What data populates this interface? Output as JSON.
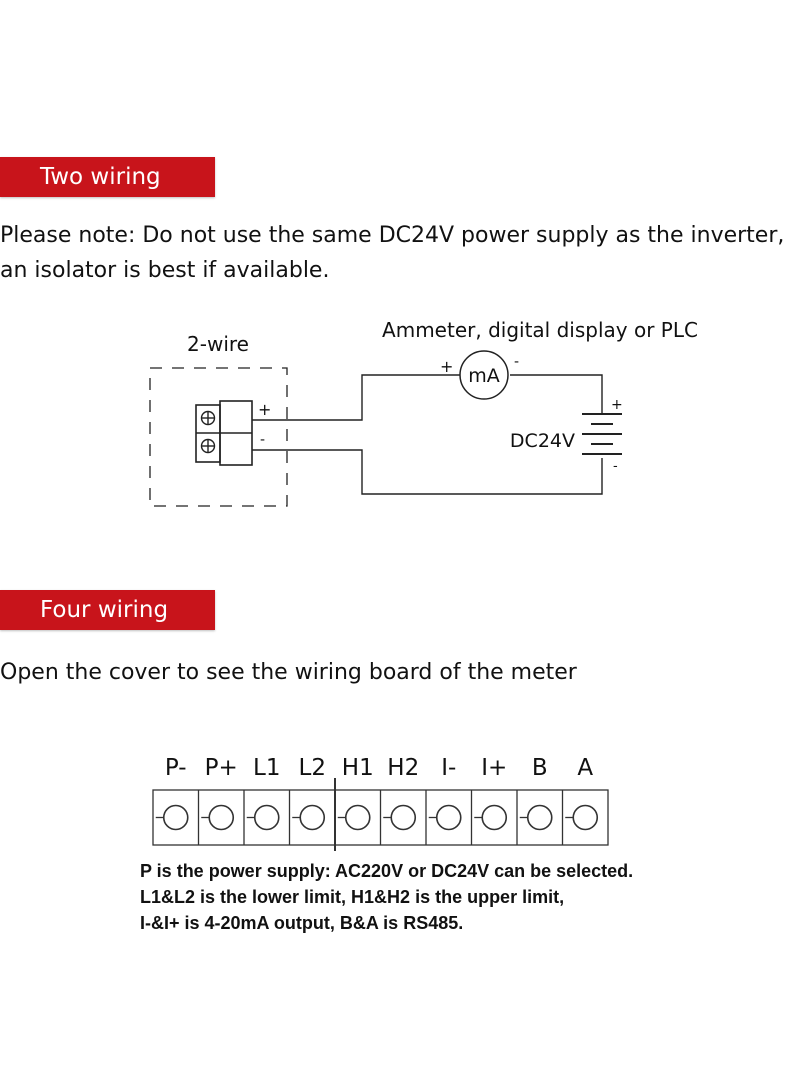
{
  "sections": {
    "two_wiring": {
      "title": "Two wiring",
      "note_line1": "Please note: Do not use the same DC24V power supply as the inverter,",
      "note_line2": "an isolator is best if available."
    },
    "four_wiring": {
      "title": "Four wiring",
      "intro": "Open the cover to see the wiring board of the meter"
    }
  },
  "diagram": {
    "device_label": "2-wire",
    "meter_label": "Ammeter, digital display or PLC",
    "meter_symbol": "mA",
    "supply_label": "DC24V",
    "plus": "+",
    "minus": "-"
  },
  "terminals": {
    "labels": [
      "P-",
      "P+",
      "L1",
      "L2",
      "H1",
      "H2",
      "I-",
      "I+",
      "B",
      "A"
    ]
  },
  "notes": [
    "P is the power supply: AC220V or DC24V can be selected.",
    "L1&L2 is the lower limit, H1&H2 is the upper limit,",
    "I-&I+ is 4-20mA output, B&A is RS485."
  ],
  "colors": {
    "banner": "#c8141b",
    "banner_text": "#ffffff",
    "line": "#222222"
  }
}
